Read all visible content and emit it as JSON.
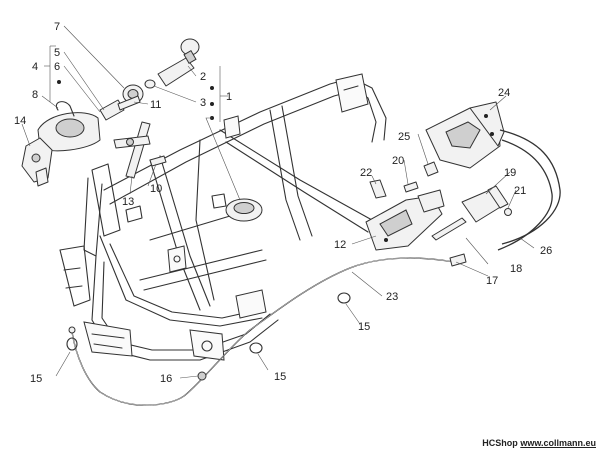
{
  "diagram": {
    "callouts": [
      {
        "id": "c1",
        "text": "1"
      },
      {
        "id": "c2",
        "text": "2"
      },
      {
        "id": "c3",
        "text": "3"
      },
      {
        "id": "c4",
        "text": "4"
      },
      {
        "id": "c5",
        "text": "5"
      },
      {
        "id": "c6",
        "text": "6"
      },
      {
        "id": "c7",
        "text": "7"
      },
      {
        "id": "c8",
        "text": "8"
      },
      {
        "id": "c10",
        "text": "10"
      },
      {
        "id": "c11",
        "text": "11"
      },
      {
        "id": "c12",
        "text": "12"
      },
      {
        "id": "c13",
        "text": "13"
      },
      {
        "id": "c14",
        "text": "14"
      },
      {
        "id": "c15a",
        "text": "15"
      },
      {
        "id": "c15b",
        "text": "15"
      },
      {
        "id": "c15c",
        "text": "15"
      },
      {
        "id": "c16",
        "text": "16"
      },
      {
        "id": "c17",
        "text": "17"
      },
      {
        "id": "c18",
        "text": "18"
      },
      {
        "id": "c19",
        "text": "19"
      },
      {
        "id": "c20",
        "text": "20"
      },
      {
        "id": "c21",
        "text": "21"
      },
      {
        "id": "c22",
        "text": "22"
      },
      {
        "id": "c23",
        "text": "23"
      },
      {
        "id": "c24",
        "text": "24"
      },
      {
        "id": "c25",
        "text": "25"
      },
      {
        "id": "c26",
        "text": "26"
      }
    ]
  },
  "watermark": {
    "shop": "HCShop",
    "site": "www.collmann.eu"
  }
}
